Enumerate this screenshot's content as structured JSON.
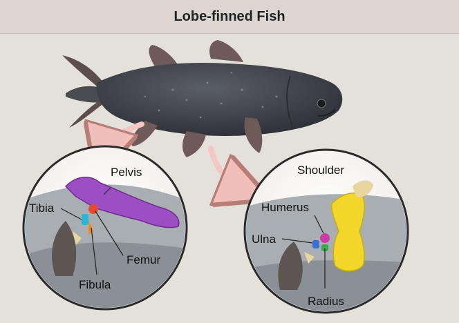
{
  "title": "Lobe-finned Fish",
  "pelvic_labels": {
    "pelvis": "Pelvis",
    "tibia": "Tibia",
    "femur": "Femur",
    "fibula": "Fibula"
  },
  "pectoral_labels": {
    "shoulder": "Shoulder",
    "humerus": "Humerus",
    "ulna": "Ulna",
    "radius": "Radius"
  },
  "colors": {
    "pelvis": "#9b4fc2",
    "shoulder": "#f2d72a",
    "femur": "#e34a2f",
    "tibia": "#2ab6d6",
    "fibula": "#f28a1e",
    "humerus": "#cc3aa8",
    "ulna": "#3a6fd6",
    "radius": "#3caa4a",
    "fish_body": "#3d4047",
    "fin": "#6b5a57",
    "arrow": "#f3c7c2"
  }
}
